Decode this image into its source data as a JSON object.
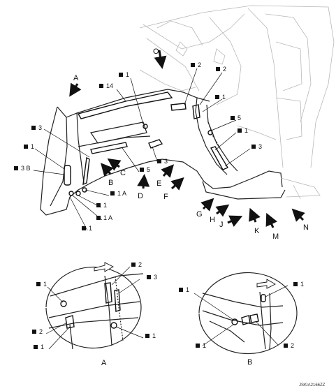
{
  "labels": {
    "c2a": "2",
    "c2b": "2",
    "c14": "14",
    "c1a": "1",
    "c1b": "1",
    "c5a": "5",
    "c1c": "1",
    "c3a": "3",
    "c3b": "3",
    "c1d": "1",
    "c3B": "3 B",
    "c5b": "5",
    "c3c": "3",
    "c1A1": "1 A",
    "c1e": "1",
    "c1A2": "1 A",
    "c1f": "1",
    "dA1": "1",
    "dA2": "2",
    "dA3": "3",
    "dA4": "2",
    "dA5": "1",
    "dA6": "1",
    "dB1": "1",
    "dB2": "1",
    "dB3": "1",
    "dB4": "2"
  },
  "arrows": {
    "O": "O",
    "A": "A",
    "B": "B",
    "C": "C",
    "D": "D",
    "E": "E",
    "F": "F",
    "G": "G",
    "H": "H",
    "J": "J",
    "K": "K",
    "M": "M",
    "N": "N"
  },
  "views": {
    "A": "A",
    "B": "B"
  },
  "figure_code": "JSKIA2166ZZ"
}
